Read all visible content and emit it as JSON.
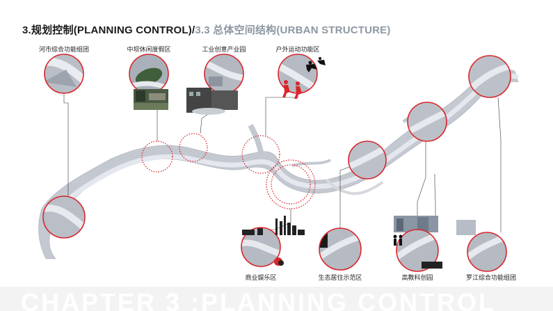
{
  "header": {
    "main_title": "3.规划控制(PLANNING CONTROL)",
    "separator": "/",
    "sub_title": "3.3 总体空间结构(URBAN STRUCTURE)"
  },
  "zones": {
    "top": [
      "河市综合功能组团",
      "中坝休闲度假区",
      "工业创意产业园",
      "户外运动功能区"
    ],
    "bottom": [
      "商业娱乐区",
      "生态居住示范区",
      "高教科创园",
      "罗江综合功能组团"
    ]
  },
  "footer": {
    "watermark": "CHAPTER 3 :PLANNING CONTROL"
  },
  "colors": {
    "accent_red": "#d9262b",
    "river": "#e4e7ee",
    "land": "#c4c8d0",
    "title_grey": "#8e98a3"
  }
}
